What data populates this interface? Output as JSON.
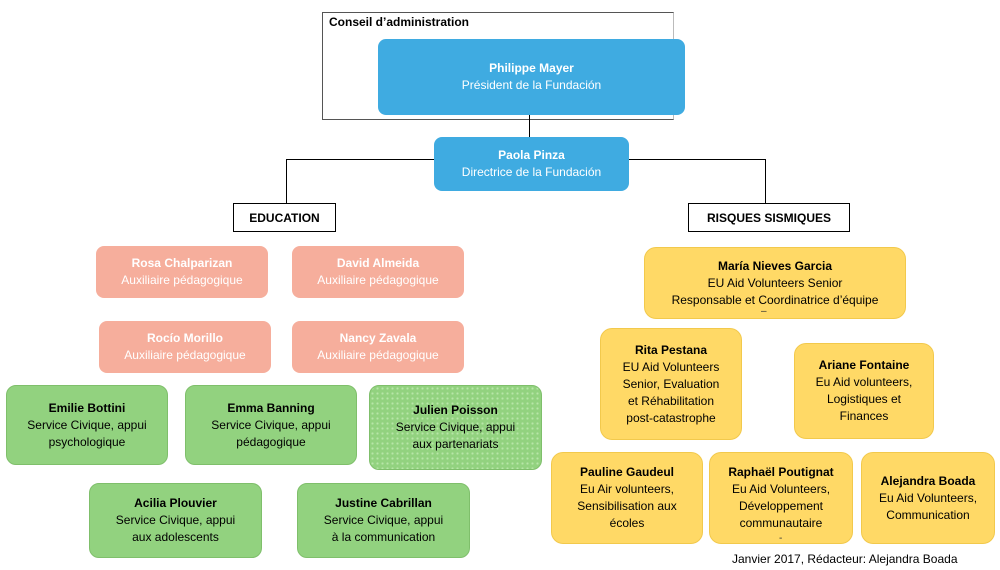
{
  "board": {
    "title": "Conseil d’administration"
  },
  "president": {
    "name": "Philippe Mayer",
    "role": "Président de la Fundación"
  },
  "director": {
    "name": "Paola Pinza",
    "role": "Directrice de la Fundación"
  },
  "branches": {
    "education": "EDUCATION",
    "risques": "RISQUES SISMIQUES"
  },
  "education": {
    "auxiliaires": [
      {
        "name": "Rosa Chalparizan",
        "role": "Auxiliaire pédagogique"
      },
      {
        "name": "David Almeida",
        "role": "Auxiliaire pédagogique"
      },
      {
        "name": "Rocío Morillo",
        "role": "Auxiliaire pédagogique"
      },
      {
        "name": "Nancy Zavala",
        "role": "Auxiliaire pédagogique"
      }
    ],
    "service_civique": [
      {
        "name": "Emilie Bottini",
        "role": "Service Civique, appui\npsychologique"
      },
      {
        "name": "Emma Banning",
        "role": "Service Civique, appui\npédagogique"
      },
      {
        "name": "Julien Poisson",
        "role": "Service Civique, appui\naux partenariats"
      },
      {
        "name": "Acilia Plouvier",
        "role": "Service Civique, appui\naux adolescents"
      },
      {
        "name": "Justine Cabrillan",
        "role": "Service Civique, appui\nà la communication"
      }
    ]
  },
  "risques": {
    "lead": {
      "name": "María Nieves Garcia",
      "role": "EU Aid Volunteers Senior\nResponsable et Coordinatrice d’équipe"
    },
    "members": [
      {
        "name": "Rita Pestana",
        "role": "EU Aid Volunteers\nSenior, Evaluation\net Réhabilitation\npost-catastrophe"
      },
      {
        "name": "Ariane Fontaine",
        "role": "Eu Aid volunteers,\nLogistiques et\nFinances"
      },
      {
        "name": "Pauline Gaudeul",
        "role": "Eu Air volunteers,\nSensibilisation aux\nécoles"
      },
      {
        "name": "Raphaël Poutignat",
        "role": "Eu Aid Volunteers,\nDéveloppement\ncommunautaire"
      },
      {
        "name": "Alejandra Boada",
        "role": "Eu Aid Volunteers,\nCommunication"
      }
    ],
    "marks": [
      "–",
      "-"
    ]
  },
  "footer": "Janvier 2017, Rédacteur: Alejandra Boada",
  "colors": {
    "blue": "#3fabe1",
    "salmon": "#f6ae9c",
    "green": "#92d27f",
    "yellow": "#ffd966"
  }
}
